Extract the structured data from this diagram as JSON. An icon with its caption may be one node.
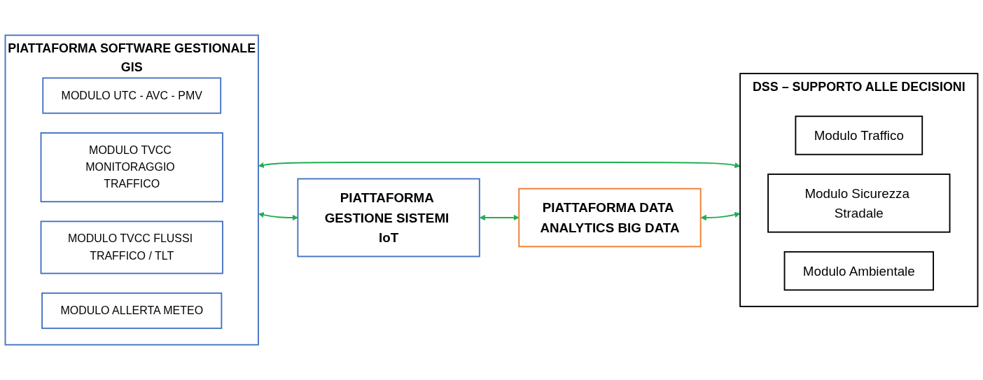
{
  "diagram": {
    "nodes": [
      {
        "text": [
          "PIATTAFORMA SOFTWARE GESTIONALE",
          "GIS"
        ]
      },
      {
        "text": [
          "MODULO UTC - AVC - PMV"
        ],
        "in": 0
      },
      {
        "text": [
          "MODULO TVCC MONITORAGGIO TRAFFICO"
        ],
        "in": 0
      },
      {
        "text": [
          "MODULO TVCC FLUSSI TRAFFICO / TLT"
        ],
        "in": 0
      },
      {
        "text": [
          "MODULO ALLERTA METEO"
        ],
        "in": 0
      },
      {
        "text": [
          "PIATTAFORMA GESTIONE SISTEMI IoT"
        ]
      },
      {
        "text": [
          "PIATTAFORMA DATA ANALYTICS BIG DATA"
        ]
      },
      {
        "text": [
          "DSS – SUPPORTO ALLE DECISIONI"
        ]
      },
      {
        "text": [
          "Modulo Traffico"
        ],
        "in": 7
      },
      {
        "text": [
          "Modulo Sicurezza Stradale"
        ],
        "in": 7
      },
      {
        "text": [
          "Modulo Ambientale"
        ],
        "in": 7
      }
    ],
    "edges": [
      {
        "from": 0,
        "to": 5,
        "arrow": "both"
      },
      {
        "from": 5,
        "to": 6,
        "arrow": "both"
      },
      {
        "from": 0,
        "to": 7,
        "arrow": "both"
      },
      {
        "from": 6,
        "to": 7,
        "arrow": "both"
      }
    ]
  }
}
